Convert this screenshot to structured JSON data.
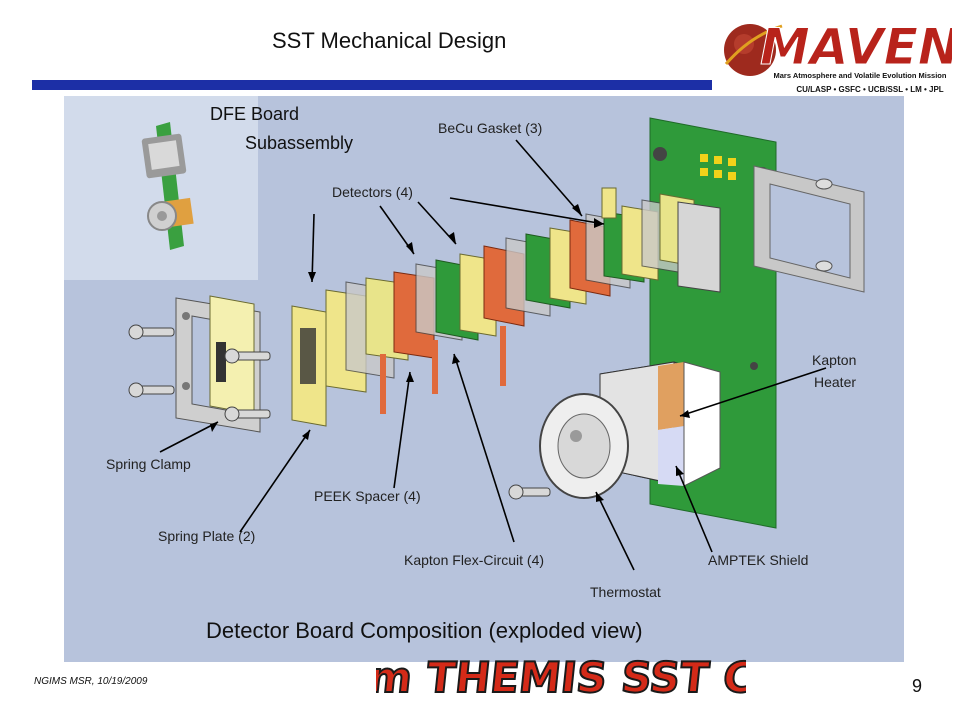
{
  "slide": {
    "title": "SST Mechanical Design",
    "page_number": "9",
    "footer_note": "NGIMS MSR, 10/19/2009"
  },
  "logo": {
    "name": "MAVEN",
    "subtitle": "Mars Atmosphere and Volatile Evolution Mission",
    "partners": "CU/LASP • GSFC • UCB/SSL • LM • JPL"
  },
  "inset": {
    "title_line1": "DFE Board",
    "title_line2": "Subassembly"
  },
  "labels": {
    "becu_gasket": "BeCu Gasket (3)",
    "detectors": "Detectors (4)",
    "kapton_heater_line1": "Kapton",
    "kapton_heater_line2": "Heater",
    "spring_clamp": "Spring Clamp",
    "peek_spacer": "PEEK Spacer (4)",
    "spring_plate": "Spring Plate (2)",
    "kapton_flex": "Kapton Flex-Circuit (4)",
    "amptek_shield": "AMPTEK Shield",
    "thermostat": "Thermostat"
  },
  "caption": "Detector Board Composition (exploded view)",
  "stamp": "From THEMIS SST CDR",
  "colors": {
    "title_rule": "#1c2fa6",
    "panel_bg": "#b7c3dc",
    "board_green": "#2f9a3a",
    "flex_orange": "#e06a3c",
    "spring_yellow": "#efe58a",
    "stamp_red": "#d42a18",
    "logo_red": "#b8231b"
  }
}
